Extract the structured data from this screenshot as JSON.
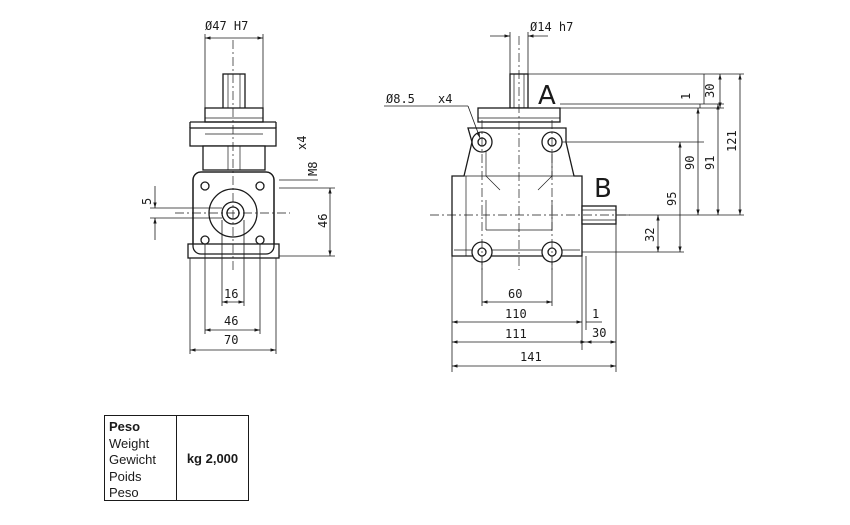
{
  "drawing": {
    "dimensions": {
      "bore_diameter": "Ø47 H7",
      "thread": "M8",
      "thread_count": "x4",
      "keyway": "5",
      "side_height": "46",
      "base_inner": "16",
      "base_mid": "46",
      "base_outer": "70",
      "shaft_diameter": "Ø14 h7",
      "hole_diameter": "Ø8.5",
      "hole_count": "x4",
      "front_60": "60",
      "front_110": "110",
      "front_111": "111",
      "front_141": "141",
      "front_1": "1",
      "front_30": "30",
      "top_1": "1",
      "top_30": "30",
      "height_90": "90",
      "height_91": "91",
      "height_121": "121",
      "height_95": "95",
      "height_32": "32"
    },
    "labels": {
      "shaft_a": "A",
      "shaft_b": "B"
    }
  },
  "weight_table": {
    "labels": [
      "Peso",
      "Weight",
      "Gewicht",
      "Poids",
      "Peso"
    ],
    "value": "kg 2,000"
  }
}
